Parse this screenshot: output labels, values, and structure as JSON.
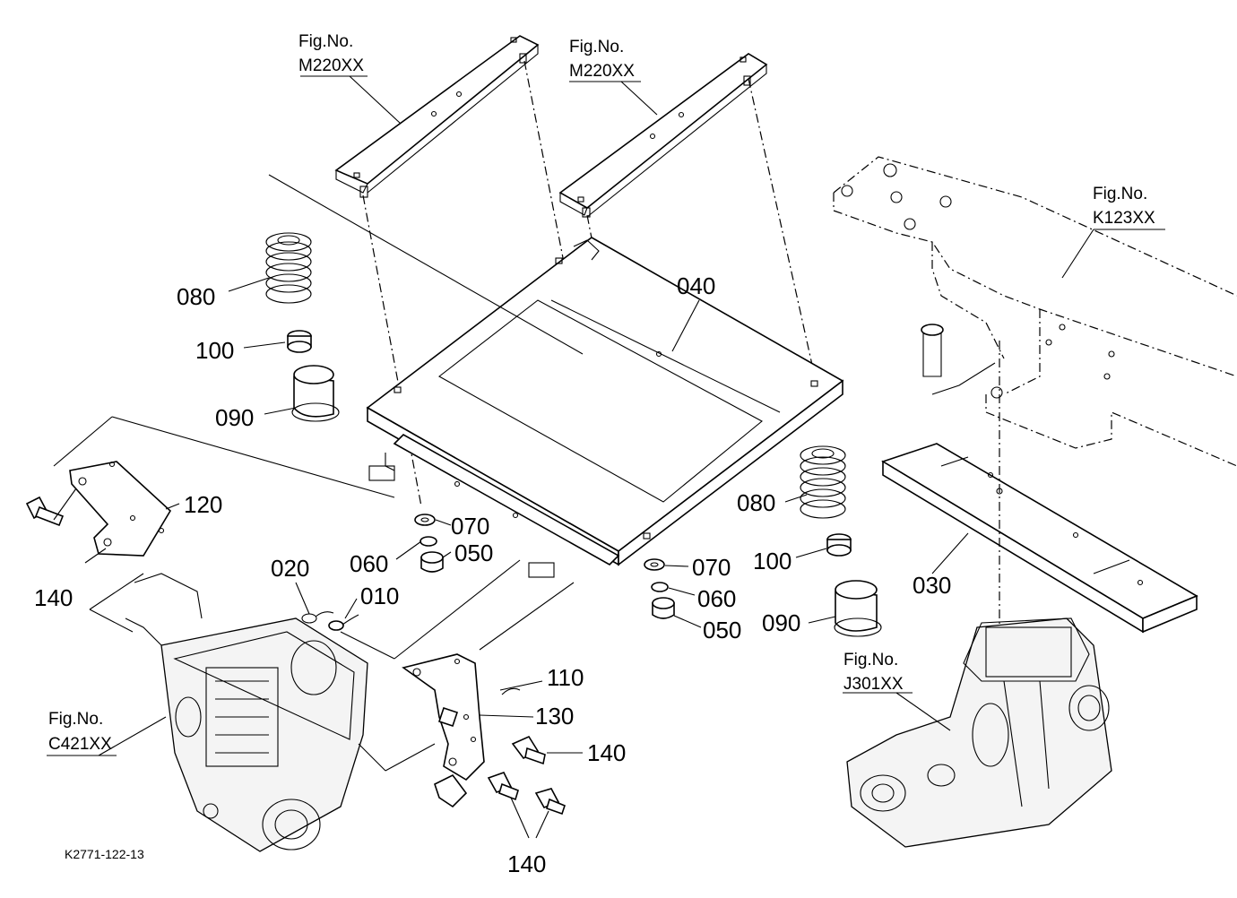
{
  "figure_refs": [
    {
      "id": "m220-left",
      "line1": "Fig.No.",
      "line2": "M220XX"
    },
    {
      "id": "m220-right",
      "line1": "Fig.No.",
      "line2": "M220XX"
    },
    {
      "id": "k123",
      "line1": "Fig.No.",
      "line2": "K123XX"
    },
    {
      "id": "j301",
      "line1": "Fig.No.",
      "line2": "J301XX"
    },
    {
      "id": "c421",
      "line1": "Fig.No.",
      "line2": "C421XX"
    }
  ],
  "part_labels": {
    "p040": "040",
    "p080_left": "080",
    "p100_left": "100",
    "p090_left": "090",
    "p120": "120",
    "p140_left": "140",
    "p070_left": "070",
    "p060_left": "060",
    "p050_left": "050",
    "p020": "020",
    "p010": "010",
    "p080_right": "080",
    "p100_right": "100",
    "p090_right": "090",
    "p070_right": "070",
    "p060_right": "060",
    "p050_right": "050",
    "p030": "030",
    "p110": "110",
    "p130": "130",
    "p140_mid": "140",
    "p140_bottom": "140"
  },
  "drawing_code": "K2771-122-13"
}
